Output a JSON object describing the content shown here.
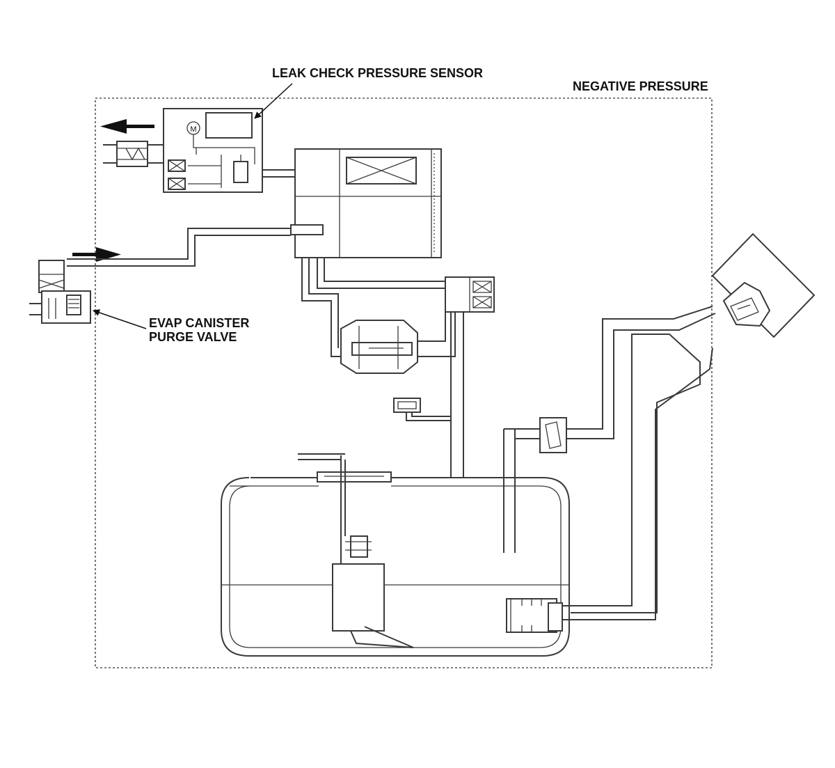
{
  "labels": {
    "leak_check_sensor": "LEAK CHECK PRESSURE SENSOR",
    "negative_pressure": "NEGATIVE PRESSURE",
    "purge_valve_line1": "EVAP CANISTER",
    "purge_valve_line2": "PURGE VALVE"
  },
  "indicators": {
    "motor_symbol": "M"
  },
  "colors": {
    "line": "#3a3a3a",
    "text": "#111111",
    "background": "#ffffff"
  }
}
